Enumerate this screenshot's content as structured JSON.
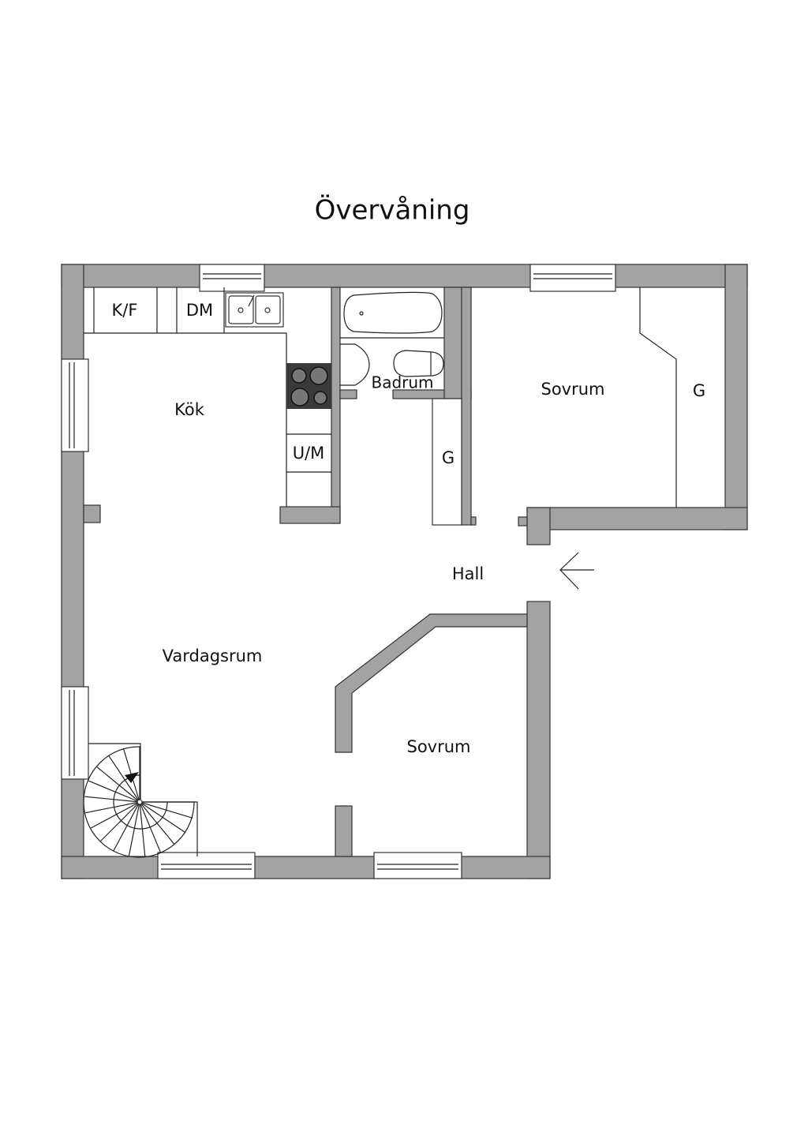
{
  "title": "Övervåning",
  "rooms": {
    "kitchen": "Kök",
    "bathroom": "Badrum",
    "bedroom_top": "Sovrum",
    "wardrobe_top": "G",
    "wardrobe_hall": "G",
    "hall": "Hall",
    "living_room": "Vardagsrum",
    "bedroom_bottom": "Sovrum"
  },
  "appliances": {
    "fridge_freezer": "K/F",
    "dishwasher": "DM",
    "oven_microwave": "U/M"
  },
  "colors": {
    "wall": "#a3a3a3",
    "stove": "#3a3a3a"
  }
}
